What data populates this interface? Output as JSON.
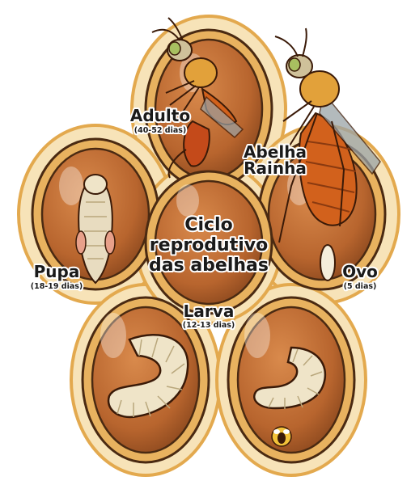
{
  "title": {
    "line1": "Ciclo",
    "line2": "reprodutivo",
    "line3": "das abelhas"
  },
  "stages": {
    "adulto": {
      "name": "Adulto",
      "duration": "(40-52 dias)"
    },
    "rainha": {
      "line1": "Abelha",
      "line2": "Rainha"
    },
    "pupa": {
      "name": "Pupa",
      "duration": "(18-19 dias)"
    },
    "ovo": {
      "name": "Ovo",
      "duration": "(5 dias)"
    },
    "larva": {
      "name": "Larva",
      "duration": "(12-13 dias)"
    }
  },
  "colors": {
    "cell_fill": "#c9773a",
    "cell_ring": "#f2c77b",
    "outline": "#4a2a12",
    "larva": "#efe4c8",
    "queen_body": "#d2611c",
    "worker_body": "#c44a1a"
  },
  "icons": [
    "adult-bee-icon",
    "queen-bee-icon",
    "pupa-icon",
    "egg-icon",
    "larva-icon",
    "bee-logo-icon"
  ]
}
